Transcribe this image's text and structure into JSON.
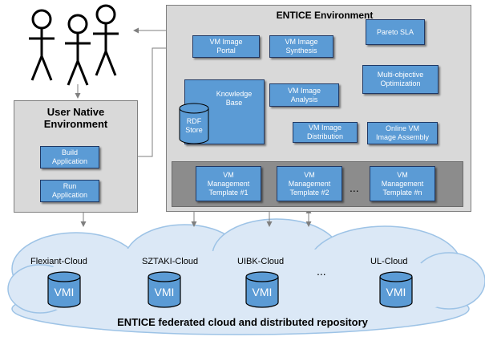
{
  "users": {
    "icon": "stick-figure-users"
  },
  "user_env": {
    "title": "User Native\nEnvironment",
    "build_label": "Build\nApplication",
    "run_label": "Run\nApplication"
  },
  "entice_env": {
    "title": "ENTICE Environment",
    "boxes": {
      "portal": "VM Image\nPortal",
      "synthesis": "VM Image\nSynthesis",
      "pareto": "Pareto SLA",
      "knowledge": "Knowledge\nBase",
      "rdf": "RDF\nStore",
      "analysis": "VM Image\nAnalysis",
      "optimization": "Multi-objective\nOptimization",
      "distribution": "VM Image\nDistribution",
      "assembly": "Online VM\nImage Assembly"
    },
    "templates": [
      "VM\nManagement\nTemplate #1",
      "VM\nManagement\nTemplate #2",
      "VM\nManagement\nTemplate #n"
    ],
    "ellipsis": "..."
  },
  "clouds": {
    "items": [
      "Flexiant-Cloud",
      "SZTAKI-Cloud",
      "UIBK-Cloud",
      "UL-Cloud"
    ],
    "vmi_label": "VMI",
    "ellipsis": "...",
    "caption": "ENTICE federated cloud and distributed repository"
  },
  "colors": {
    "box": "#5b9bd5",
    "box_border": "#1f3864",
    "panel": "#d9d9d9",
    "template_bar": "#8c8c8c",
    "cloud": "#dbe8f6",
    "cloud_border": "#9dc3e6"
  }
}
